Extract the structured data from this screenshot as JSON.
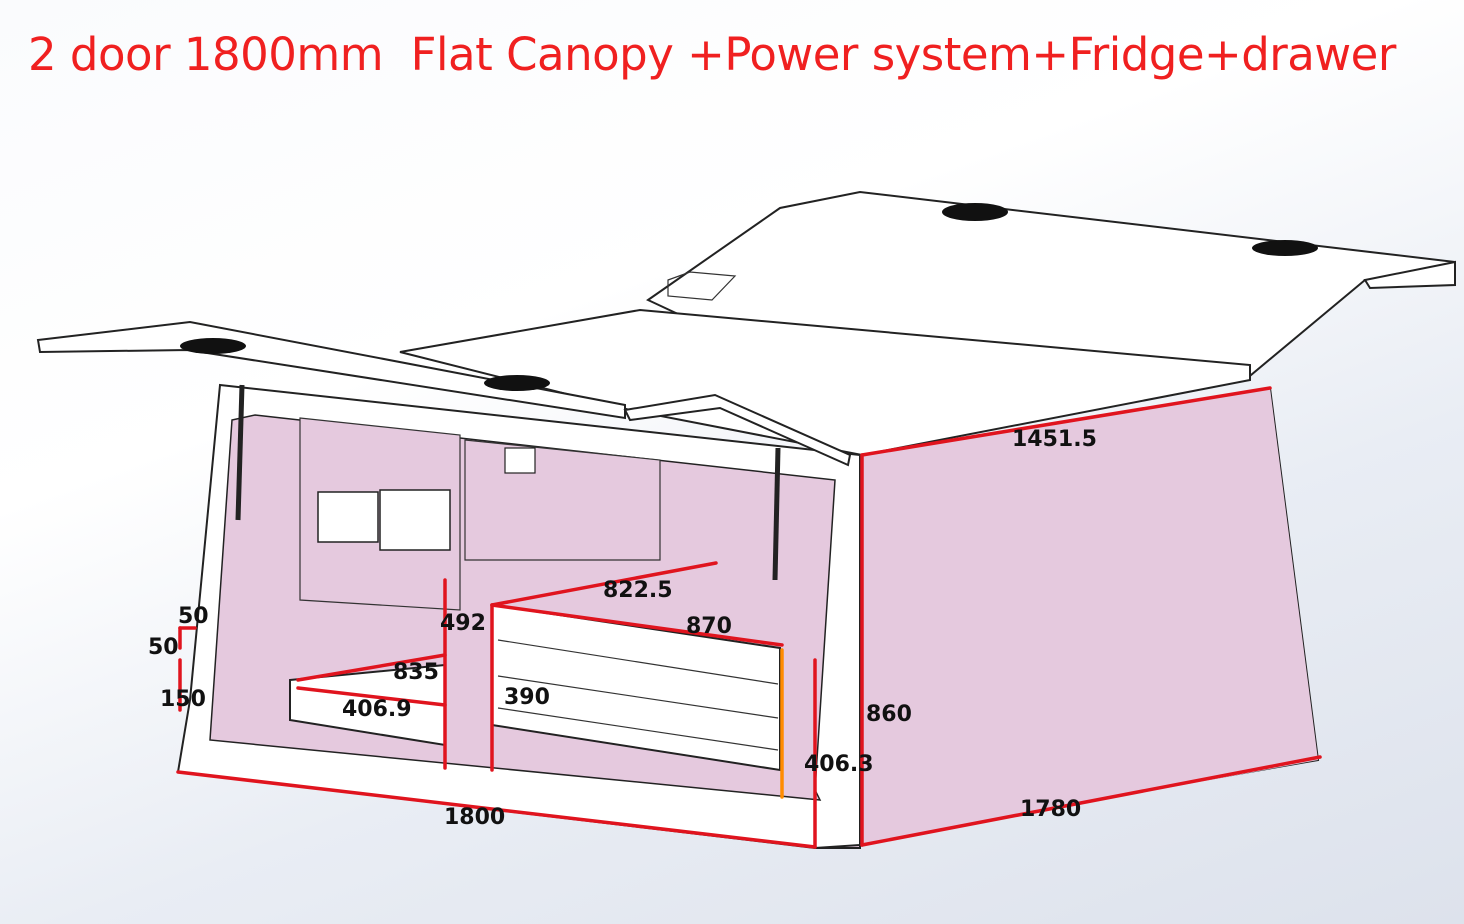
{
  "title": "2 door 1800mm  Flat Canopy +Power system+Fridge+drawer",
  "colors": {
    "title": "#f02020",
    "dimension_line": "#e0141e",
    "highlight_line": "#ff8c00",
    "panel_fill": "#e5c9de",
    "label": "#111111"
  },
  "dimensions": [
    {
      "id": "w-1451",
      "label": "1451.5"
    },
    {
      "id": "w-822",
      "label": "822.5"
    },
    {
      "id": "w-870",
      "label": "870"
    },
    {
      "id": "h-492",
      "label": "492"
    },
    {
      "id": "w-835",
      "label": "835"
    },
    {
      "id": "h-390",
      "label": "390"
    },
    {
      "id": "w-406-9",
      "label": "406.9"
    },
    {
      "id": "h-50-a",
      "label": "50"
    },
    {
      "id": "h-50-b",
      "label": "50"
    },
    {
      "id": "h-150",
      "label": "150"
    },
    {
      "id": "h-860",
      "label": "860"
    },
    {
      "id": "h-406-3",
      "label": "406.3"
    },
    {
      "id": "w-1800",
      "label": "1800"
    },
    {
      "id": "d-1780",
      "label": "1780"
    }
  ]
}
